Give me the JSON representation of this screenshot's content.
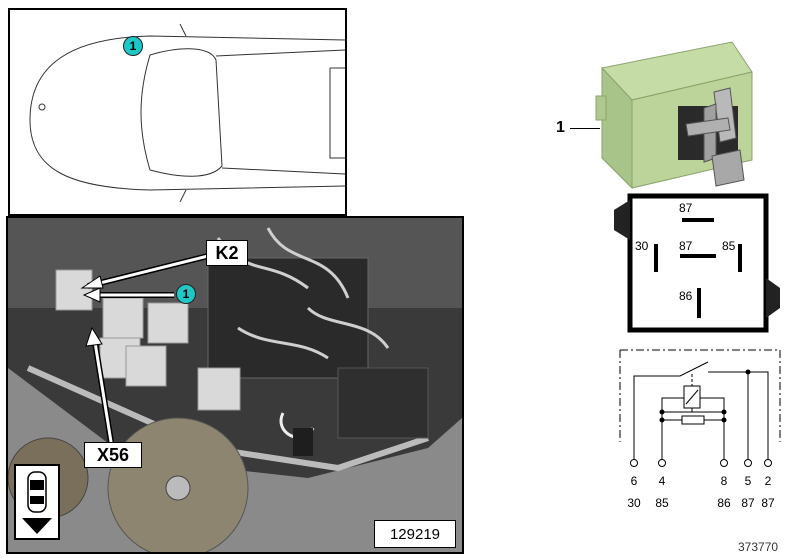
{
  "car_view": {
    "callout": "1"
  },
  "photo": {
    "label_k2": "K2",
    "label_x56": "X56",
    "callout": "1",
    "number": "129219"
  },
  "part": {
    "callout": "1"
  },
  "pin_face": {
    "top": "87",
    "left": "30",
    "center": "87",
    "right": "85",
    "bottom": "86"
  },
  "schematic": {
    "pins": [
      {
        "num": "6",
        "term": "30"
      },
      {
        "num": "4",
        "term": "85"
      },
      {
        "num": "8",
        "term": "86"
      },
      {
        "num": "5",
        "term": "87"
      },
      {
        "num": "2",
        "term": "87"
      }
    ]
  },
  "diagram_number": "373770"
}
